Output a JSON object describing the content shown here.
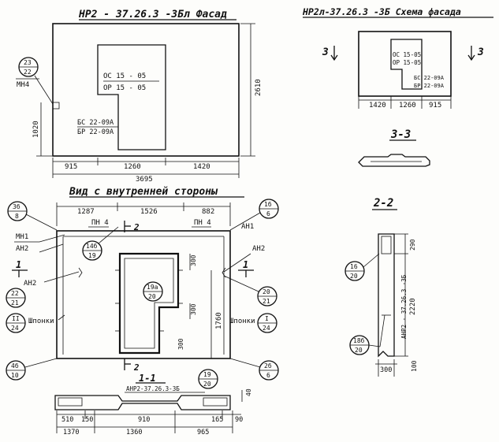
{
  "titles": {
    "facade": "НР2 - 37.26.3 -3Бл Фасад",
    "scheme": "НР2л-37.26.3 -3Б Схема фасада",
    "inside": "Вид с внутренней стороны",
    "section33": "3-3",
    "section22": "2-2",
    "section11": "1-1"
  },
  "facade": {
    "dim_bottom": [
      "915",
      "1260",
      "1420"
    ],
    "dim_total": "3695",
    "dim_height": "2610",
    "dim_left": "1020",
    "window_top": [
      "ОС 15 - 05",
      "ОР 15 - 05"
    ],
    "window_bottom": [
      "БС 22-09А",
      "БР 22-09А"
    ],
    "callout_top": "23",
    "callout_bottom": "22",
    "callout_label": "МН4"
  },
  "scheme": {
    "window_top": [
      "ОС 15-05",
      "ОР 15-05"
    ],
    "window_bottom": [
      "БС 22-09А",
      "БР 22-09А"
    ],
    "dims": [
      "1420",
      "1260",
      "915"
    ],
    "cut_left": "3",
    "cut_right": "3"
  },
  "inside": {
    "dims_top": [
      "1287",
      "1526",
      "882"
    ],
    "pn_left": "ПН 4",
    "pn_right": "ПН 4",
    "cut_top": "2",
    "cut_bottom": "2",
    "cut_side": "1",
    "dim_30": [
      "300",
      "300",
      "300"
    ],
    "dim_1760": "1760",
    "labels": {
      "mn1": "МН1",
      "an2_left": "АН2",
      "an2_mid": "АН2",
      "an2_right": "АН2",
      "an1": "АН1",
      "shponki_left": "Шпонки",
      "shponki_right": "Шпонки"
    },
    "callouts": [
      {
        "top": "3б",
        "bottom": "8"
      },
      {
        "top": "14б",
        "bottom": "19"
      },
      {
        "top": "22",
        "bottom": "21"
      },
      {
        "top": "II",
        "bottom": "24"
      },
      {
        "top": "4б",
        "bottom": "10"
      },
      {
        "top": "19а",
        "bottom": "20"
      },
      {
        "top": "1б",
        "bottom": "6"
      },
      {
        "top": "20",
        "bottom": "21"
      },
      {
        "top": "I",
        "bottom": "24"
      },
      {
        "top": "2б",
        "bottom": "6"
      }
    ]
  },
  "section11": {
    "mark": "АНР2-37.26.3-3Б",
    "callout_top": "19",
    "callout_bottom": "20",
    "dims_upper": [
      "510",
      "150",
      "910",
      "165",
      "90"
    ],
    "dims_lower": [
      "1370",
      "1360",
      "965"
    ],
    "dim_40": "40"
  },
  "section22": {
    "mark": "АНР2 - 37.26.3 -3Б",
    "dim_290": "290",
    "dim_2220": "2220",
    "dim_300": "300",
    "dim_100": "100",
    "callout_a_top": "16",
    "callout_a_bottom": "20",
    "callout_b_top": "18б",
    "callout_b_bottom": "20"
  }
}
